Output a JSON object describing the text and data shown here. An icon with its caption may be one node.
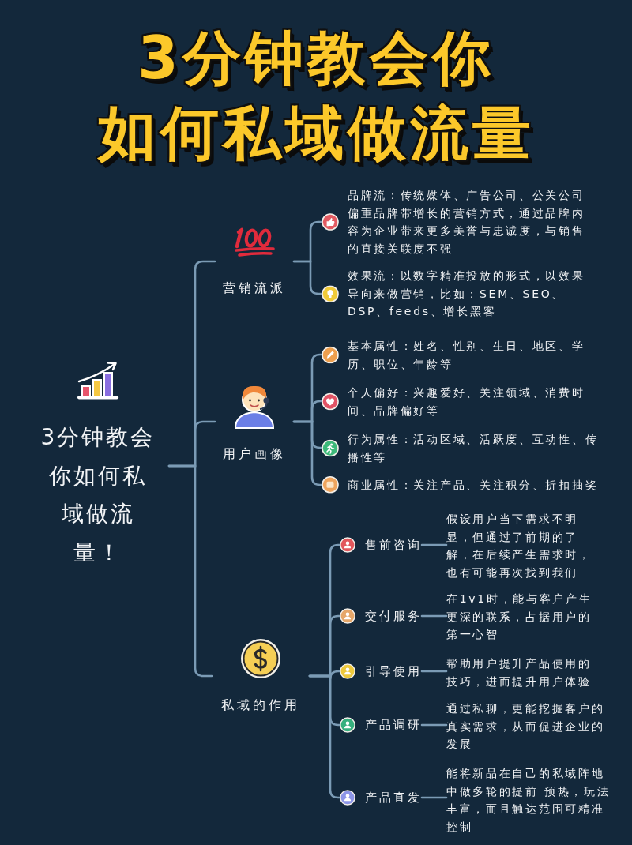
{
  "diagram": {
    "title": "3分钟教会你如何私域做流量",
    "nodes": [
      {
        "text": [
          "3分钟教会你如何私域做流量！"
        ]
      },
      {
        "text": [
          "营销流派"
        ]
      },
      {
        "text": [
          "品牌流：传统媒体、广告公司、公关公司偏重品牌带增长的营销方式，通过品牌内容为企业带来更多美誉与忠诚度，与销售的直接关联度不强"
        ]
      },
      {
        "text": [
          "效果流：以数字精准投放的形式，以效果导向来做营销，比如：SEM、SEO、DSP、feeds、增长黑客"
        ]
      },
      {
        "text": [
          "用户画像"
        ]
      },
      {
        "text": [
          "基本属性：姓名、性别、生日、地区、学历、职位、年龄等"
        ]
      },
      {
        "text": [
          "个人偏好：兴趣爱好、关注领域、消费时间、品牌偏好等"
        ]
      },
      {
        "text": [
          "行为属性：活动区域、活跃度、互动性、传播性等"
        ]
      },
      {
        "text": [
          "商业属性：关注产品、关注积分、折扣抽奖"
        ]
      },
      {
        "text": [
          "私域的作用"
        ]
      },
      {
        "text": [
          "售前咨询"
        ]
      },
      {
        "text": [
          "假设用户当下需求不明显，但通过了前期的了解，在后续产生需求时，也有可能再次找到我们"
        ]
      },
      {
        "text": [
          "交付服务"
        ]
      },
      {
        "text": [
          "在1v1时，能与客户产生更深的联系，占据用户的第一心智"
        ]
      },
      {
        "text": [
          "引导使用"
        ]
      },
      {
        "text": [
          "帮助用户提升产品使用的技巧，进而提升用户体验"
        ]
      },
      {
        "text": [
          "产品调研"
        ]
      },
      {
        "text": [
          "通过私聊，更能挖掘客户的真实需求，从而促进企业的发展"
        ]
      },
      {
        "text": [
          "产品直发"
        ]
      },
      {
        "text": [
          "能将新品在自己的私域阵地中做多轮的提前 预热，玩法丰富，而且触达范围可精准控制"
        ]
      }
    ],
    "edges": [
      {
        "from": 0,
        "to": 1,
        "arrow": "none"
      },
      {
        "from": 0,
        "to": 4,
        "arrow": "none"
      },
      {
        "from": 0,
        "to": 9,
        "arrow": "none"
      },
      {
        "from": 1,
        "to": 2,
        "arrow": "none"
      },
      {
        "from": 1,
        "to": 3,
        "arrow": "none"
      },
      {
        "from": 4,
        "to": 5,
        "arrow": "none"
      },
      {
        "from": 4,
        "to": 6,
        "arrow": "none"
      },
      {
        "from": 4,
        "to": 7,
        "arrow": "none"
      },
      {
        "from": 4,
        "to": 8,
        "arrow": "none"
      },
      {
        "from": 9,
        "to": 10,
        "arrow": "none"
      },
      {
        "from": 9,
        "to": 12,
        "arrow": "none"
      },
      {
        "from": 9,
        "to": 14,
        "arrow": "none"
      },
      {
        "from": 9,
        "to": 16,
        "arrow": "none"
      },
      {
        "from": 9,
        "to": 18,
        "arrow": "none"
      },
      {
        "from": 10,
        "to": 11,
        "arrow": "none"
      },
      {
        "from": 12,
        "to": 13,
        "arrow": "none"
      },
      {
        "from": 14,
        "to": 15,
        "arrow": "none"
      },
      {
        "from": 16,
        "to": 17,
        "arrow": "none"
      },
      {
        "from": 18,
        "to": 19,
        "arrow": "none"
      }
    ]
  }
}
